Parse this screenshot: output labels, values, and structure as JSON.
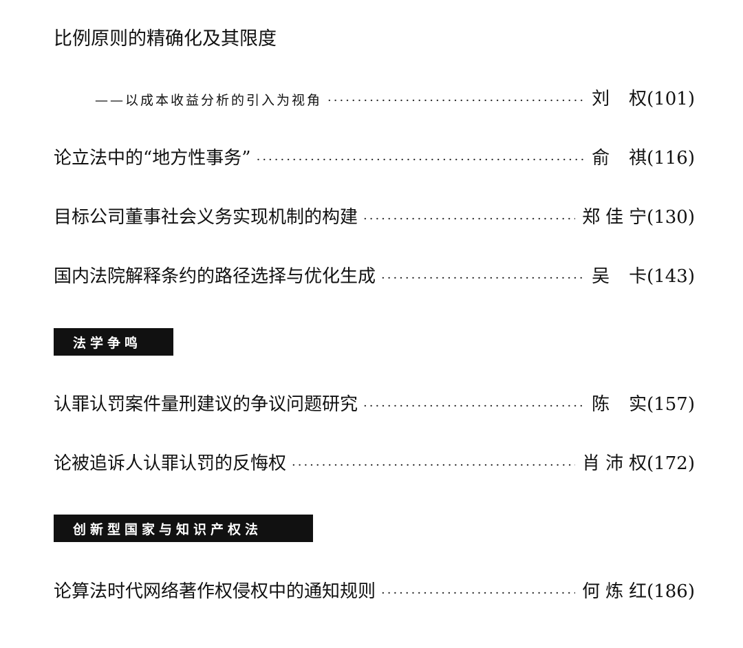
{
  "entries": [
    {
      "title": "比例原则的精确化及其限度"
    },
    {
      "subtitle": "——以成本收益分析的引入为视角",
      "author": "刘权",
      "page": "(101)"
    },
    {
      "title": "论立法中的“地方性事务”",
      "author": "俞祺",
      "page": "(116)"
    },
    {
      "title": "目标公司董事社会义务实现机制的构建",
      "author": "郑佳宁",
      "page": "(130)"
    },
    {
      "title": "国内法院解释条约的路径选择与优化生成",
      "author": "吴卡",
      "page": "(143)"
    },
    {
      "title": "认罪认罚案件量刑建议的争议问题研究",
      "author": "陈实",
      "page": "(157)"
    },
    {
      "title": "论被追诉人认罪认罚的反悔权",
      "author": "肖沛权",
      "page": "(172)"
    },
    {
      "title": "论算法时代网络著作权侵权中的通知规则",
      "author": "何炼红",
      "page": "(186)"
    }
  ],
  "sections": [
    {
      "label": "法学争鸣"
    },
    {
      "label": "创新型国家与知识产权法"
    }
  ],
  "leader_dots": "··································································"
}
